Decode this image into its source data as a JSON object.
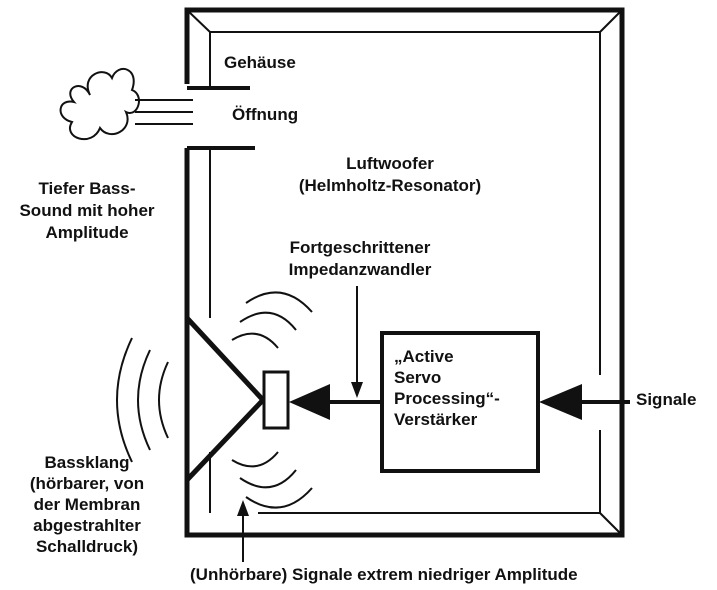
{
  "labels": {
    "enclosure": "Gehäuse",
    "port": "Öffnung",
    "woofer_line1": "Luftwoofer",
    "woofer_line2": "(Helmholtz-Resonator)",
    "bass_out_line1": "Tiefer Bass-",
    "bass_out_line2": "Sound mit hoher",
    "bass_out_line3": "Amplitude",
    "converter_line1": "Fortgeschrittener",
    "converter_line2": "Impedanzwandler",
    "amp_line1": "„Active",
    "amp_line2": "Servo",
    "amp_line3": "Processing“-",
    "amp_line4": "Verstärker",
    "signal_in": "Signale",
    "bassklang_line1": "Bassklang",
    "bassklang_line2": "(hörbarer, von",
    "bassklang_line3": "der Membran",
    "bassklang_line4": "abgestrahlter",
    "bassklang_line5": "Schalldruck)",
    "low_signal": "(Unhörbare) Signale extrem niedriger Amplitude"
  },
  "colors": {
    "stroke": "#111111",
    "background": "#ffffff"
  }
}
